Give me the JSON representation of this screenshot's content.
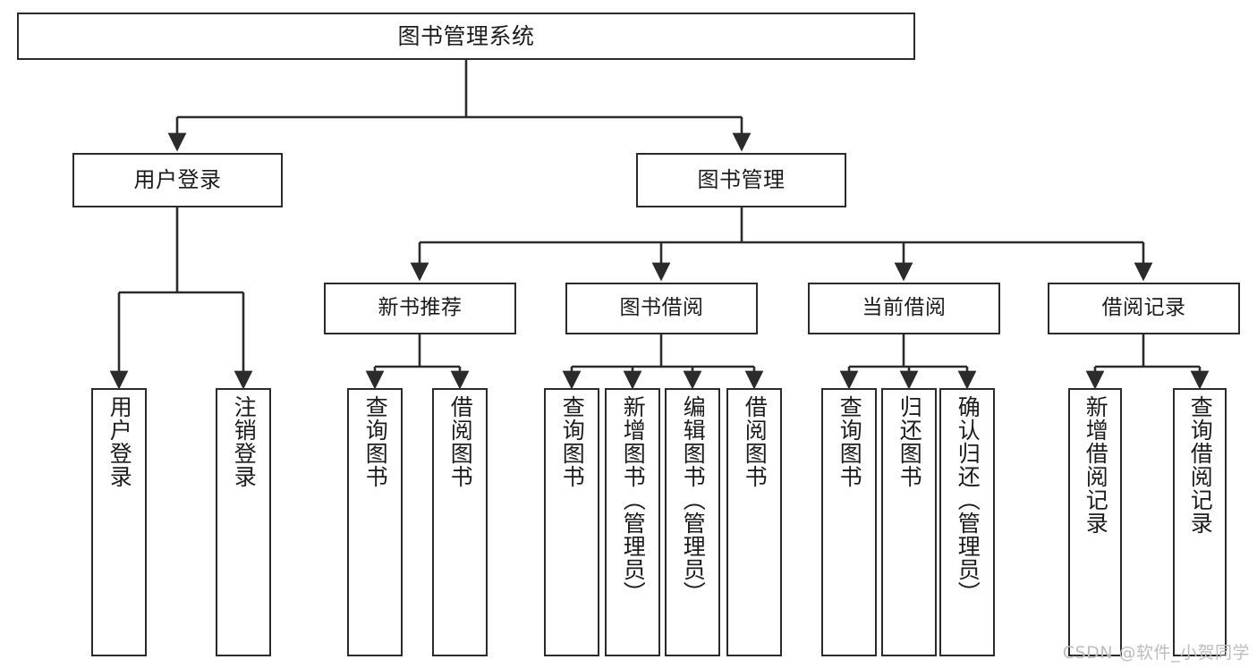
{
  "diagram": {
    "title": "图书管理系统",
    "type": "tree-hierarchy-diagram",
    "root": {
      "label": "图书管理系统"
    },
    "level2": [
      {
        "label": "用户登录"
      },
      {
        "label": "图书管理"
      }
    ],
    "level3": [
      {
        "label": "新书推荐"
      },
      {
        "label": "图书借阅"
      },
      {
        "label": "当前借阅"
      },
      {
        "label": "借阅记录"
      }
    ],
    "leaves": [
      {
        "label": "用户登录"
      },
      {
        "label": "注销登录"
      },
      {
        "label": "查询图书"
      },
      {
        "label": "借阅图书"
      },
      {
        "label": "查询图书"
      },
      {
        "label": "新增图书（管理员）"
      },
      {
        "label": "编辑图书（管理员）"
      },
      {
        "label": "借阅图书"
      },
      {
        "label": "查询图书"
      },
      {
        "label": "归还图书"
      },
      {
        "label": "确认归还（管理员）"
      },
      {
        "label": "新增借阅记录"
      },
      {
        "label": "查询借阅记录"
      }
    ],
    "watermark": "CSDN @软件_小贺同学",
    "colors": {
      "stroke": "#2b2b2b",
      "fill": "#ffffff",
      "text": "#1c1c1c",
      "watermark": "#bdbdbd"
    }
  }
}
